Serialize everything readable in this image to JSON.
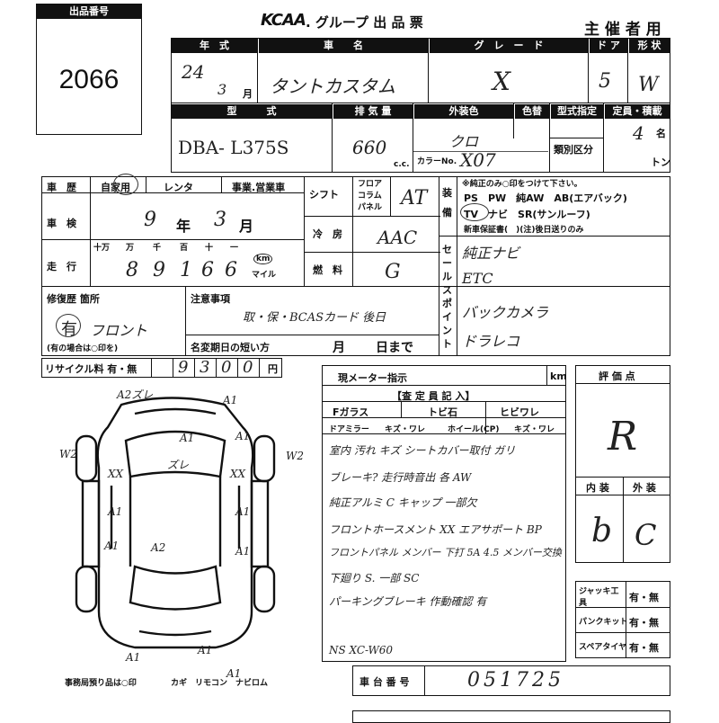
{
  "lot": {
    "label": "出品番号",
    "number": "2066"
  },
  "header": {
    "brand": "KCAA",
    "title": ". グループ  出 品 票",
    "organizer": "主 催 者 用"
  },
  "vehicle": {
    "year_label": "年　式",
    "year_era": "24",
    "year_month": "3",
    "month_unit": "月",
    "name_label": "車　　名",
    "name_value": "タントカスタム",
    "grade_label": "グ　レ　ー　ド",
    "grade_value": "X",
    "doors_label": "ド ア",
    "doors_value": "5",
    "shape_label": "形 状",
    "shape_value": "W",
    "model_label": "型　　　式",
    "model_value": "DBA- L375S",
    "displacement_label": "排 気 量",
    "displacement_value": "660",
    "cc_unit": "c.c.",
    "color_label": "外装色",
    "color_change_label": "色替",
    "color_value": "クロ",
    "color_code_label": "カラーNo.",
    "color_code_value": "X07",
    "type_designation_label": "型式指定",
    "classification_label": "類別区分",
    "capacity_label": "定員・積載",
    "capacity_value": "4",
    "persons_unit": "名",
    "ton_unit": "トン"
  },
  "history": {
    "label": "車　歴",
    "options": [
      "自家用",
      "レンタ",
      "事業.営業車"
    ],
    "shift_label": "シフト",
    "shift_options": [
      "フロア",
      "コラム",
      "パネル"
    ],
    "shift_value": "AT",
    "inspection_label": "車　検",
    "inspection_year": "9",
    "inspection_year_unit": "年",
    "inspection_month": "3",
    "inspection_month_unit": "月",
    "ac_label": "冷　房",
    "ac_value": "AAC",
    "mileage_label": "走　行",
    "mileage_units": [
      "十万",
      "万",
      "千",
      "百",
      "十",
      "一"
    ],
    "mileage_digits": [
      "8",
      "9",
      "1",
      "6",
      "6"
    ],
    "mileage_km": "km",
    "mileage_mile": "マイル",
    "fuel_label": "燃　料",
    "fuel_value": "G"
  },
  "equipment": {
    "label": "装備",
    "note": "※純正のみ○印をつけて下さい。",
    "line1": "PS　PW　純AW　AB(エアバック)",
    "line2": "TV　ナビ　SR(サンルーフ)",
    "line3": "新車保証書(　)(注)後日送りのみ"
  },
  "sales_points": {
    "label": "セールスポイント",
    "items": [
      "純正ナビ",
      "ETC",
      "バックカメラ",
      "ドラレコ"
    ]
  },
  "repair": {
    "label": "修復歴 箇所",
    "value": "有",
    "note": "フロント",
    "footnote": "(有の場合は○印を)"
  },
  "remarks": {
    "label": "注意事項",
    "value": "取・保・BCASカード 後日",
    "name_change_label": "名変期日の短い方",
    "month_unit": "月",
    "day_unit": "日まで"
  },
  "recycle": {
    "label": "リサイクル料 有・無",
    "digits": [
      "9",
      "3",
      "0",
      "0"
    ],
    "unit": "円"
  },
  "meter": {
    "label": "現メーター指示",
    "unit": "km"
  },
  "inspector": {
    "title": "【査 定 員 記 入】",
    "glass_label": "Fガラス",
    "stone_label": "トビ石",
    "crack_label": "ヒビワレ",
    "mirror_label": "ドアミラー",
    "mirror_options": "キズ・ワレ",
    "wheel_label": "ホイール(CP)",
    "wheel_options": "キズ・ワレ",
    "notes": [
      "室内 汚れ キズ シートカバー取付 ガリ",
      "ブレーキ? 走行時音出 各 AW",
      "純正アルミ C キャップ 一部欠",
      "フロントホースメント XX エアサポート BP",
      "フロントパネル メンバー 下打 5A 4.5 メンバー交換",
      "下廻り S. 一部 SC",
      "パーキングブレーキ 作動確認 有",
      "NS XC-W60"
    ]
  },
  "grade": {
    "label": "評 価 点",
    "value": "R",
    "interior_label": "内 装",
    "exterior_label": "外 装",
    "interior_value": "b",
    "exterior_value": "C"
  },
  "tools": {
    "rows": [
      [
        "ジャッキ工具",
        "有・無"
      ],
      [
        "パンクキット",
        "有・無"
      ],
      [
        "スペアタイヤ",
        "有・無"
      ]
    ]
  },
  "chassis": {
    "label": "車 台 番 号",
    "value": "051725"
  },
  "office": {
    "label": "事務局預り品は○印",
    "items": "カギ　リモコン　ナビロム"
  },
  "diagram_marks": [
    "A2ズレ",
    "A1",
    "A1",
    "ズレ",
    "A1",
    "XX",
    "XX",
    "A1",
    "A1",
    "A1",
    "A1",
    "A2",
    "A1",
    "W2",
    "W2",
    "A1",
    "A1"
  ]
}
